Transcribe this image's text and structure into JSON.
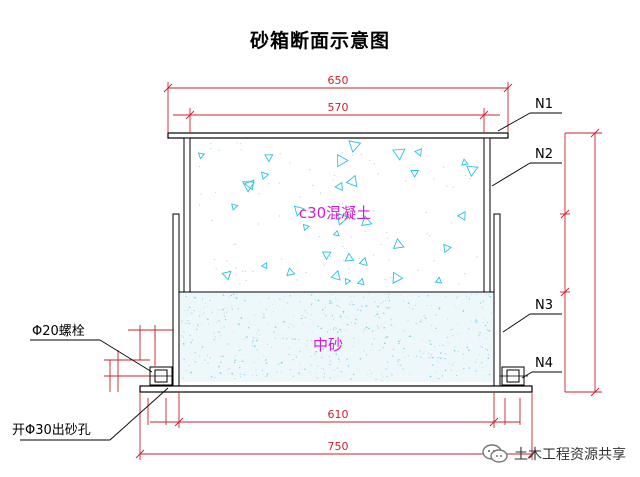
{
  "title": "砂箱断面示意图",
  "dimensions": {
    "top_overall": "650",
    "top_inner": "570",
    "bottom_inner": "610",
    "bottom_overall": "750"
  },
  "materials": {
    "concrete": "c30混凝土",
    "sand": "中砂"
  },
  "callouts": {
    "n1": "N1",
    "n2": "N2",
    "n3": "N3",
    "n4": "N4",
    "bolt": "Φ20螺栓",
    "hole": "开Φ30出砂孔"
  },
  "watermark": {
    "text": "土木工程资源共享",
    "icon": "wechat-icon"
  },
  "colors": {
    "dimension": "#cc1f2a",
    "outline": "#000000",
    "concrete_text": "#d21bd6",
    "aggregate": "#2fbfe0"
  }
}
